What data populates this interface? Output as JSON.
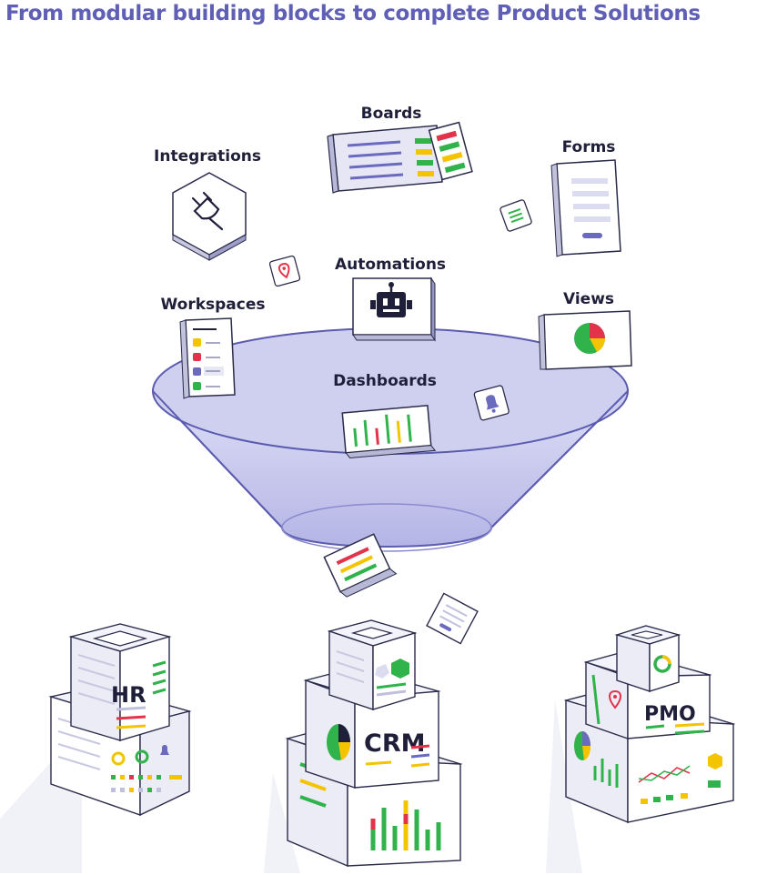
{
  "title": "From modular building blocks to complete Product Solutions",
  "building_blocks": {
    "boards": "Boards",
    "integrations": "Integrations",
    "forms": "Forms",
    "automations": "Automations",
    "workspaces": "Workspaces",
    "views": "Views",
    "dashboards": "Dashboards"
  },
  "solutions": {
    "hr": "HR",
    "crm": "CRM",
    "pmo": "PMO"
  },
  "colors": {
    "title": "#5f5fb5",
    "funnel_fill": "#c9c9ef",
    "funnel_stroke": "#5b5bb0",
    "green": "#2fb34a",
    "yellow": "#f4c400",
    "red": "#e2334b",
    "purple": "#6a6abf",
    "dark": "#1f1f3a"
  },
  "icons": [
    "plug-icon",
    "robot-icon",
    "pie-chart-icon",
    "bell-icon",
    "location-pin-icon",
    "list-icon",
    "hexagon-icon",
    "donut-icon"
  ]
}
